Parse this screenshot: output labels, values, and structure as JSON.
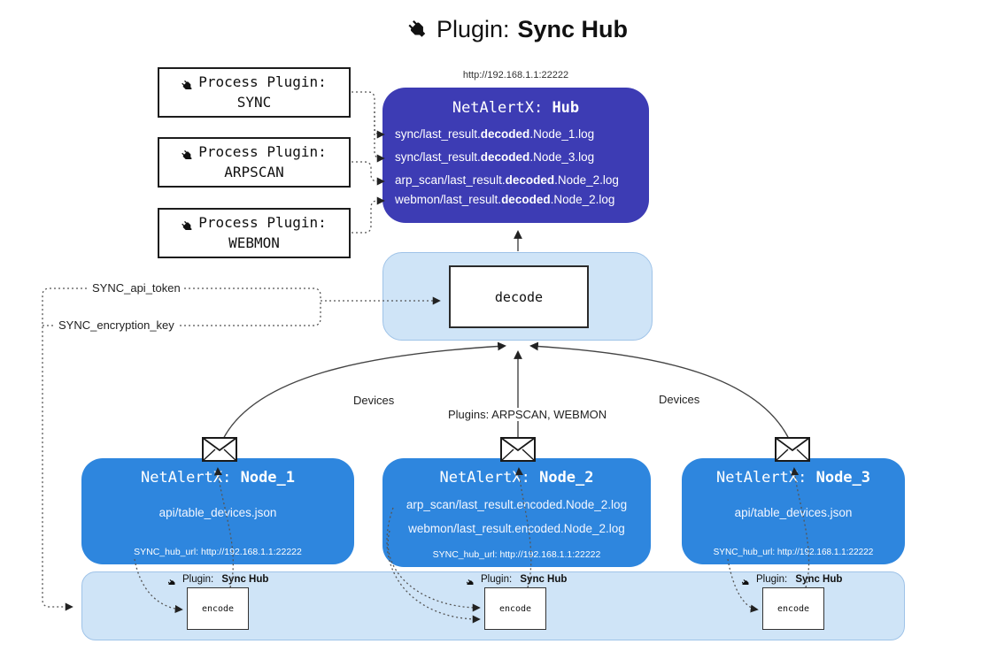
{
  "title": {
    "label": "Plugin:",
    "name": "Sync Hub"
  },
  "process_plugins": [
    {
      "label": "Process Plugin:",
      "name": "SYNC"
    },
    {
      "label": "Process Plugin:",
      "name": "ARPSCAN"
    },
    {
      "label": "Process Plugin:",
      "name": "WEBMON"
    }
  ],
  "hub": {
    "url": "http://192.168.1.1:22222",
    "title_label": "NetAlertX:",
    "title_name": "Hub",
    "files": [
      {
        "pre": "sync/last_result.",
        "bold": "decoded",
        "post": ".Node_1.log"
      },
      {
        "pre": "sync/last_result.",
        "bold": "decoded",
        "post": ".Node_3.log"
      },
      {
        "pre": "arp_scan/last_result.",
        "bold": "decoded",
        "post": ".Node_2.log"
      },
      {
        "pre": "webmon/last_result.",
        "bold": "decoded",
        "post": ".Node_2.log"
      }
    ]
  },
  "decode": {
    "label": "decode"
  },
  "config": {
    "api_token": "SYNC_api_token",
    "encryption_key": "SYNC_encryption_key"
  },
  "edges": {
    "left": "Devices",
    "center": "Plugins: ARPSCAN, WEBMON",
    "right": "Devices"
  },
  "nodes": [
    {
      "title_label": "NetAlertX:",
      "title_name": "Node_1",
      "files": [
        "api/table_devices.json"
      ],
      "footer": "SYNC_hub_url: http://192.168.1.1:22222"
    },
    {
      "title_label": "NetAlertX:",
      "title_name": "Node_2",
      "files": [
        "arp_scan/last_result.encoded.Node_2.log",
        "webmon/last_result.encoded.Node_2.log"
      ],
      "footer": "SYNC_hub_url: http://192.168.1.1:22222"
    },
    {
      "title_label": "NetAlertX:",
      "title_name": "Node_3",
      "files": [
        "api/table_devices.json"
      ],
      "footer": "SYNC_hub_url: http://192.168.1.1:22222"
    }
  ],
  "encoders": [
    {
      "plugin_label": "Plugin:",
      "plugin_name": "Sync Hub",
      "box_label": "encode"
    },
    {
      "plugin_label": "Plugin:",
      "plugin_name": "Sync Hub",
      "box_label": "encode"
    },
    {
      "plugin_label": "Plugin:",
      "plugin_name": "Sync Hub",
      "box_label": "encode"
    }
  ],
  "colors": {
    "hub_bg": "#3d3cb4",
    "node_bg": "#2e86de",
    "panel_bg": "#cfe4f7",
    "text_on_blue": "#ffffff"
  }
}
